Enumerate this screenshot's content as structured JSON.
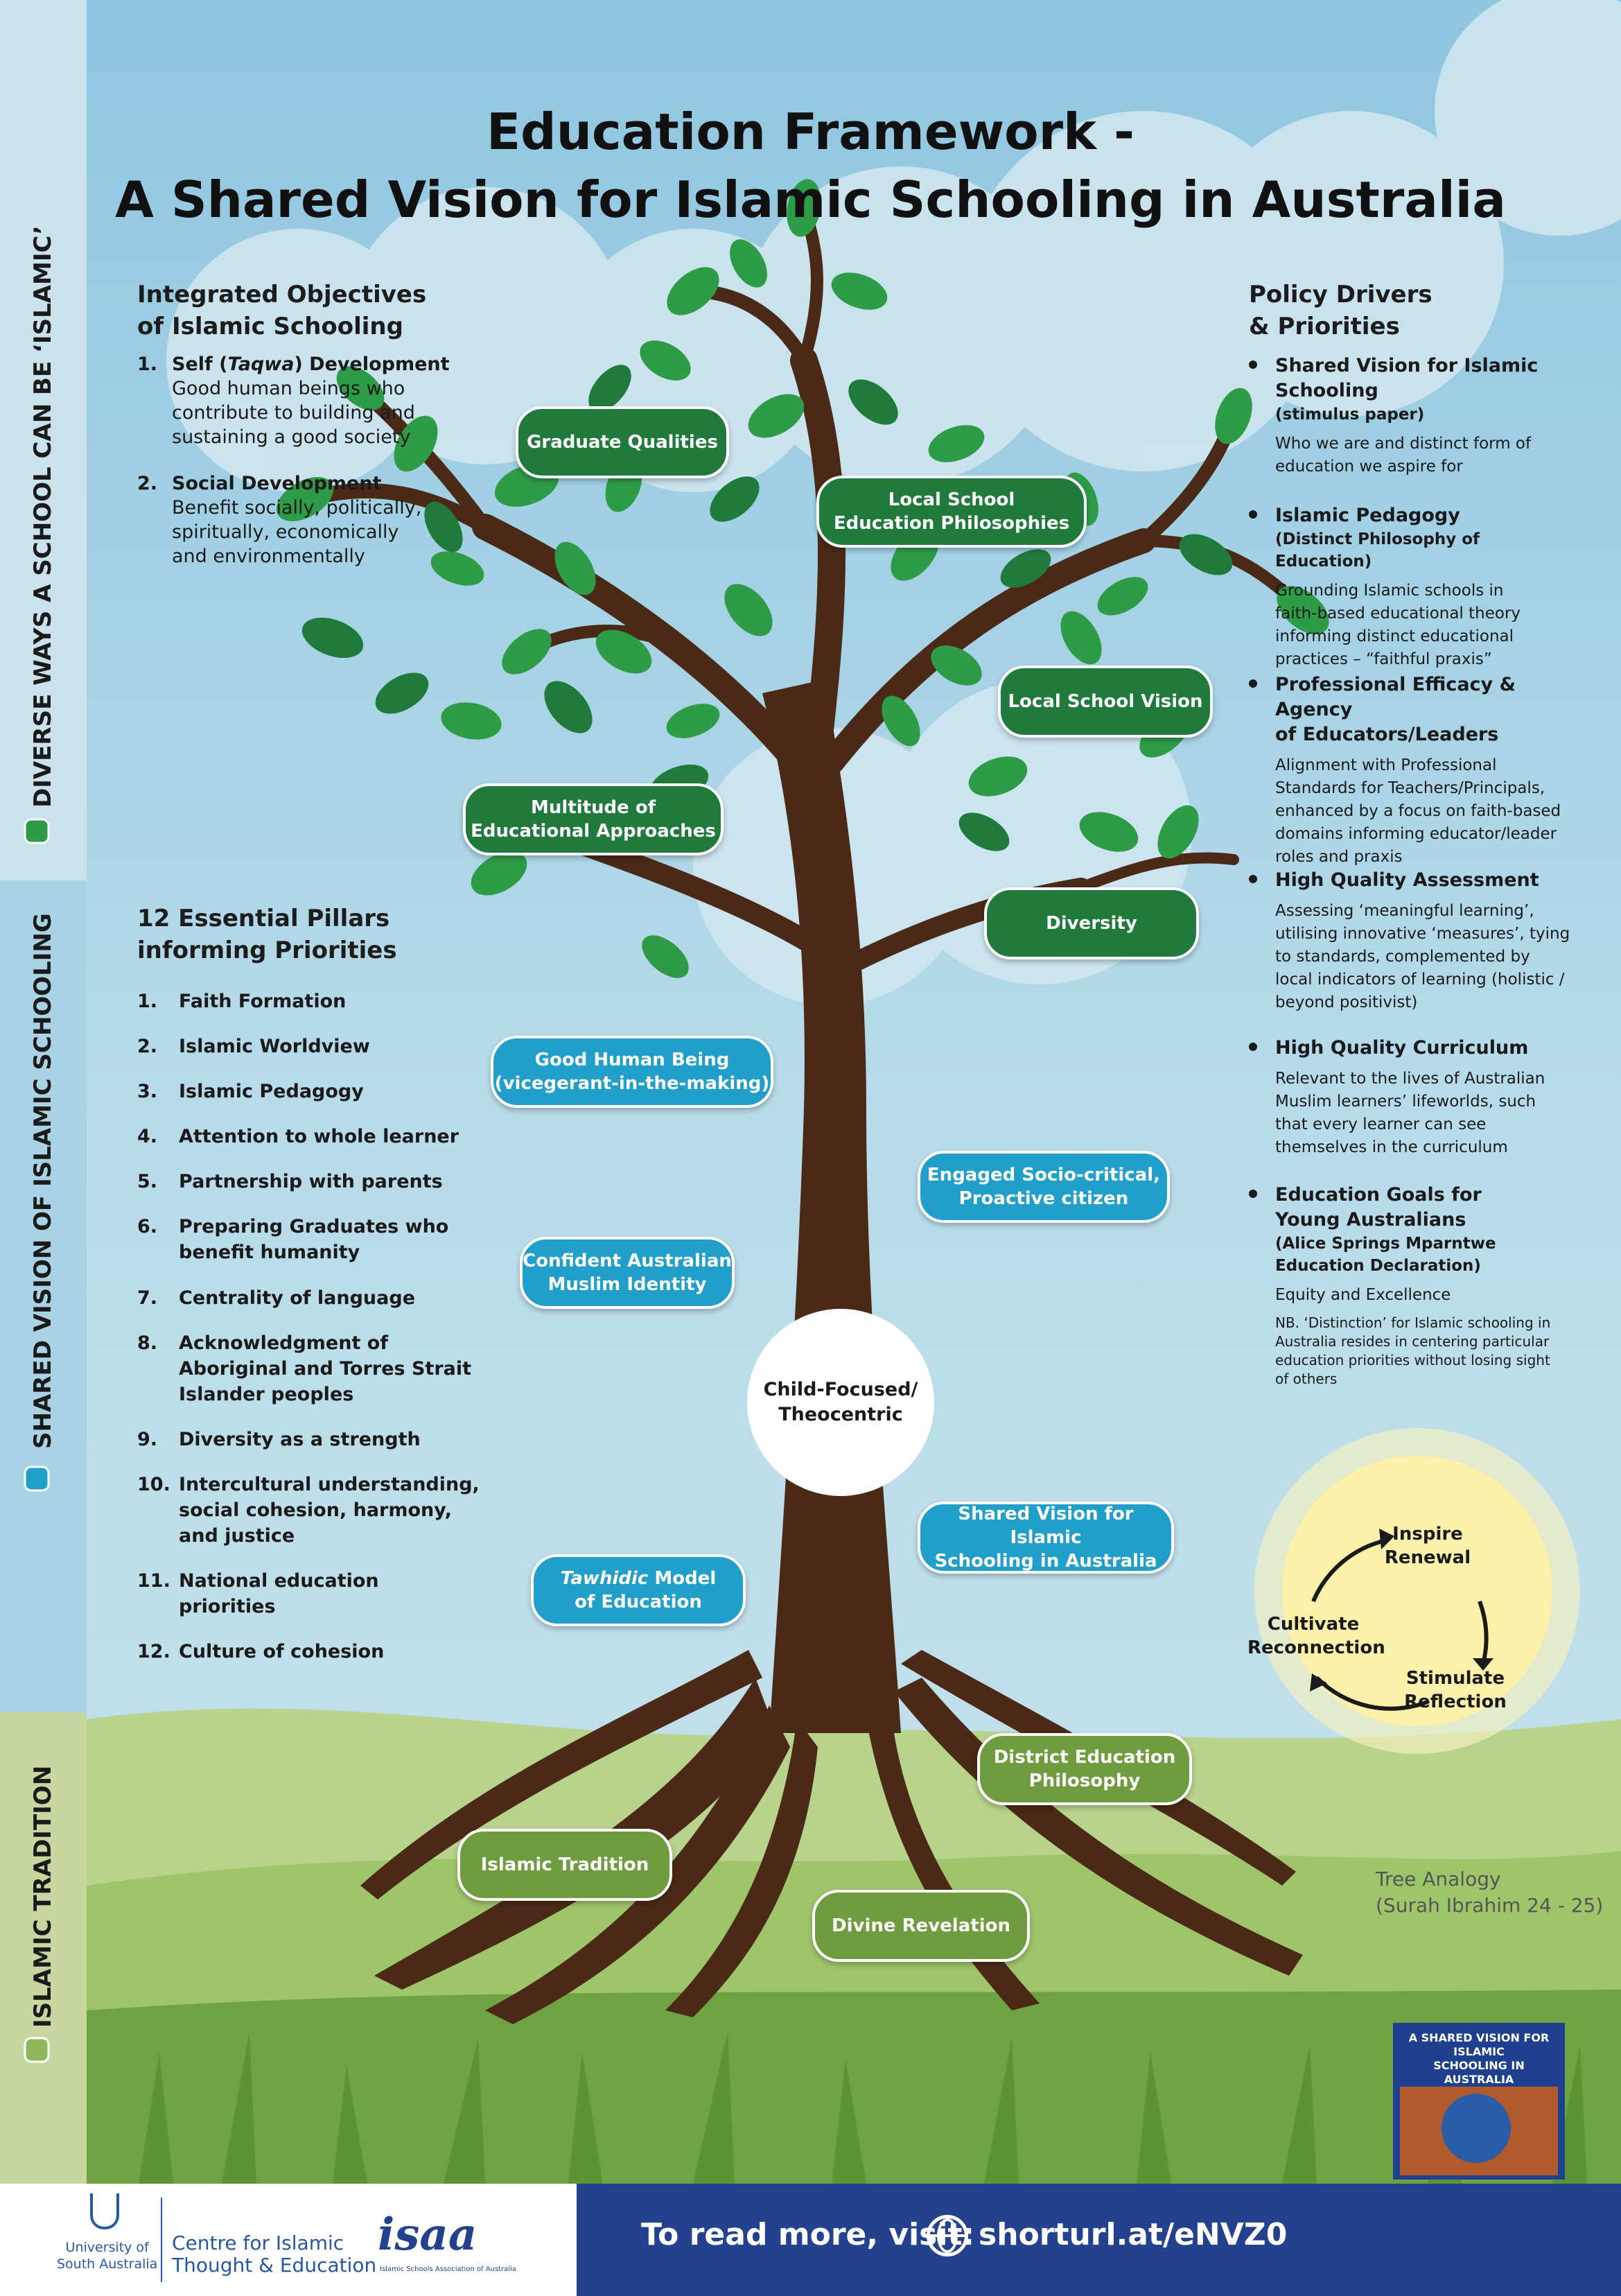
{
  "title": {
    "line1": "Education Framework -",
    "line2": "A Shared Vision for Islamic Schooling in Australia"
  },
  "objectives": {
    "heading_line1": "Integrated Objectives",
    "heading_line2": "of Islamic Schooling",
    "items": [
      {
        "num": "1.",
        "title_a": "Self (",
        "title_em": "Taqwa",
        "title_b": ") Development",
        "lines": [
          "Good human beings who",
          "contribute to building and",
          "sustaining a good society"
        ]
      },
      {
        "num": "2.",
        "title": "Social Development",
        "lines": [
          "Benefit socially, politically,",
          "spiritually, economically",
          "and  environmentally"
        ]
      }
    ]
  },
  "pillars": {
    "heading_line1": "12 Essential Pillars",
    "heading_line2": "informing Priorities",
    "items": [
      {
        "num": "1.",
        "lines": [
          "Faith Formation"
        ]
      },
      {
        "num": "2.",
        "lines": [
          "Islamic Worldview"
        ]
      },
      {
        "num": "3.",
        "lines": [
          "Islamic Pedagogy"
        ]
      },
      {
        "num": "4.",
        "lines": [
          "Attention to whole learner"
        ]
      },
      {
        "num": "5.",
        "lines": [
          "Partnership with parents"
        ]
      },
      {
        "num": "6.",
        "lines": [
          "Preparing Graduates who",
          "benefit humanity"
        ]
      },
      {
        "num": "7.",
        "lines": [
          "Centrality of language"
        ]
      },
      {
        "num": "8.",
        "lines": [
          "Acknowledgment of",
          "Aboriginal and Torres Strait",
          "Islander peoples"
        ]
      },
      {
        "num": "9.",
        "lines": [
          "Diversity as a strength"
        ]
      },
      {
        "num": "10.",
        "lines": [
          "Intercultural understanding,",
          "social cohesion, harmony,",
          "and justice"
        ]
      },
      {
        "num": "11.",
        "lines": [
          "National education",
          "priorities"
        ]
      },
      {
        "num": "12.",
        "lines": [
          "Culture of cohesion"
        ]
      }
    ]
  },
  "drivers": {
    "heading_line1": "Policy Drivers",
    "heading_line2": "& Priorities",
    "items": [
      {
        "title": [
          "Shared Vision for Islamic",
          "Schooling"
        ],
        "sub": [
          "(stimulus paper)"
        ],
        "desc": [
          "Who we are and distinct form of",
          "education we aspire for"
        ]
      },
      {
        "title": [
          "Islamic Pedagogy"
        ],
        "sub": [
          "(Distinct Philosophy of Education)"
        ],
        "desc": [
          "Grounding Islamic schools in",
          "faith-based educational theory",
          "informing distinct educational",
          "practices – “faithful praxis”"
        ]
      },
      {
        "title": [
          "Professional Efficacy & Agency",
          "of Educators/Leaders"
        ],
        "sub": [],
        "desc": [
          "Alignment with Professional",
          "Standards for Teachers/Principals,",
          "enhanced by a focus on faith-based",
          "domains informing educator/leader",
          "roles and praxis"
        ]
      },
      {
        "title": [
          "High Quality Assessment"
        ],
        "sub": [],
        "desc": [
          "Assessing ‘meaningful learning’,",
          "utilising innovative ‘measures’, tying",
          "to standards, complemented by",
          "local indicators of learning (holistic /",
          "beyond positivist)"
        ]
      },
      {
        "title": [
          "High Quality Curriculum"
        ],
        "sub": [],
        "desc": [
          "Relevant to the lives of Australian",
          "Muslim learners’ lifeworlds, such",
          "that every learner can see",
          "themselves in the curriculum"
        ]
      },
      {
        "title": [
          "Education Goals for",
          "Young Australians"
        ],
        "sub": [
          "(Alice Springs Mparntwe",
          "Education Declaration)"
        ],
        "desc": [
          "Equity and Excellence"
        ],
        "note": [
          "NB. ‘Distinction’ for Islamic schooling in",
          "Australia resides in centering particular",
          "education priorities without losing sight",
          "of others"
        ]
      }
    ]
  },
  "tree": {
    "canopy": [
      {
        "lines": [
          "Graduate Qualities"
        ]
      },
      {
        "lines": [
          "Local School",
          "Education Philosophies"
        ]
      },
      {
        "lines": [
          "Local School Vision"
        ]
      },
      {
        "lines": [
          "Multitude of",
          "Educational Approaches"
        ]
      },
      {
        "lines": [
          "Diversity"
        ]
      }
    ],
    "trunk": [
      {
        "lines": [
          "Good Human Being",
          "(vicegerant-in-the-making)"
        ]
      },
      {
        "lines": [
          "Engaged Socio-critical,",
          "Proactive citizen"
        ]
      },
      {
        "lines": [
          "Confident Australian",
          "Muslim Identity"
        ]
      },
      {
        "lines": [
          "Shared Vision for Islamic",
          "Schooling in Australia"
        ]
      },
      {
        "lines_em": "Tawhidic",
        "lines_rest": " Model",
        "line2": "of Education"
      }
    ],
    "center": [
      "Child-Focused/",
      "Theocentric"
    ],
    "roots": [
      {
        "lines": [
          "District Education",
          "Philosophy"
        ]
      },
      {
        "lines": [
          "Islamic Tradition"
        ]
      },
      {
        "lines": [
          "Divine Revelation"
        ]
      }
    ]
  },
  "side_labels": {
    "top": "DIVERSE WAYS A SCHOOL CAN BE ‘ISLAMIC’",
    "middle": "SHARED VISION OF ISLAMIC SCHOOLING",
    "bottom": "ISLAMIC TRADITION"
  },
  "cycle": {
    "inspire": [
      "Inspire",
      "Renewal"
    ],
    "stimulate": [
      "Stimulate",
      "Reflection"
    ],
    "cultivate": [
      "Cultivate",
      "Reconnection"
    ]
  },
  "analogy": [
    "Tree Analogy",
    "(Surah Ibrahim 24 - 25)"
  ],
  "footer": {
    "uni": [
      "University of",
      "South Australia"
    ],
    "centre": [
      "Centre for Islamic",
      "Thought & Education"
    ],
    "isaa_logo": "isaa",
    "isaa_caption": "Islamic Schools Association of Australia",
    "read_more": "To read more, visit:",
    "link": "shorturl.at/eNVZ0"
  },
  "book": {
    "title": [
      "A SHARED VISION FOR ISLAMIC",
      "SCHOOLING IN AUSTRALIA"
    ]
  },
  "colors": {
    "green": "#1f7a3c",
    "blue": "#1f9fc9",
    "olive": "#6f9c3e",
    "trunk": "#4a2a17",
    "sun": "#fdf0a8",
    "footer_blue": "#24418f"
  }
}
